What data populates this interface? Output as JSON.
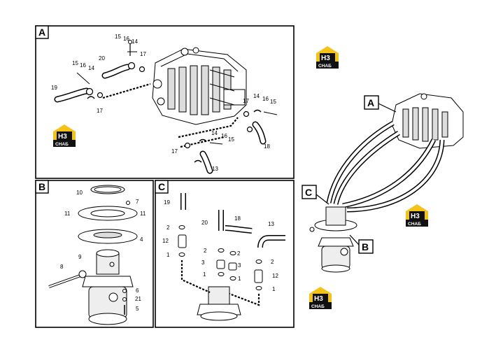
{
  "panels": {
    "a": {
      "letter": "A"
    },
    "b": {
      "letter": "B"
    },
    "c": {
      "letter": "C"
    }
  },
  "callouts_overview": {
    "a": "A",
    "b": "B",
    "c": "C"
  },
  "logo": {
    "mark": "H3",
    "text": "CHAБ",
    "colors": {
      "yellow": "#f4c31a",
      "black": "#111111"
    }
  },
  "labels_a": {
    "l15_top": "15",
    "l16_top": "16",
    "l14_top": "14",
    "l20": "20",
    "l17_top": "17",
    "l15_left": "15",
    "l16_left": "16",
    "l14_left": "14",
    "l19": "19",
    "l17_left": "17",
    "l17_right": "17",
    "l14_right": "14",
    "l16_right": "16",
    "l15_right": "15",
    "l18": "18",
    "l14_bot": "14",
    "l16_bot": "16",
    "l15_bot": "15",
    "l17_bot": "17",
    "l13": "13"
  },
  "labels_b": {
    "l10": "10",
    "l7": "7",
    "l11_left": "11",
    "l11_right": "11",
    "l4": "4",
    "l9": "9",
    "l8": "8",
    "l6": "6",
    "l21": "21",
    "l5": "5"
  },
  "labels_c": {
    "l19": "19",
    "l2_a": "2",
    "l12_a": "12",
    "l1_a": "1",
    "l20": "20",
    "l18": "18",
    "l13": "13",
    "l2_b": "2",
    "l2_c": "2",
    "l3_a": "3",
    "l3_b": "3",
    "l1_b": "1",
    "l1_c": "1",
    "l2_d": "2",
    "l12_b": "12",
    "l1_d": "1"
  }
}
